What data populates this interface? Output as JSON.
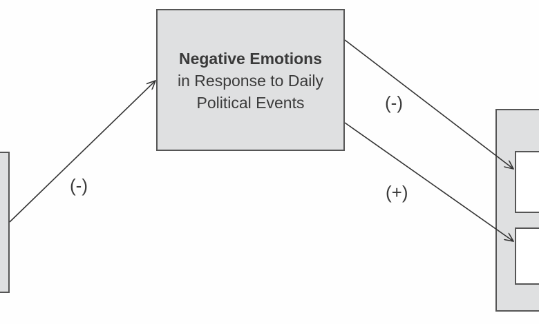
{
  "mediator": {
    "title": "Negative Emotions",
    "line2": "in Response to Daily",
    "line3": "Political Events"
  },
  "paths": [
    {
      "from": "left",
      "to": "mediator",
      "sign": "(-)"
    },
    {
      "from": "mediator",
      "to": "outcome-top",
      "sign": "(-)"
    },
    {
      "from": "mediator",
      "to": "outcome-bottom",
      "sign": "(+)"
    }
  ]
}
